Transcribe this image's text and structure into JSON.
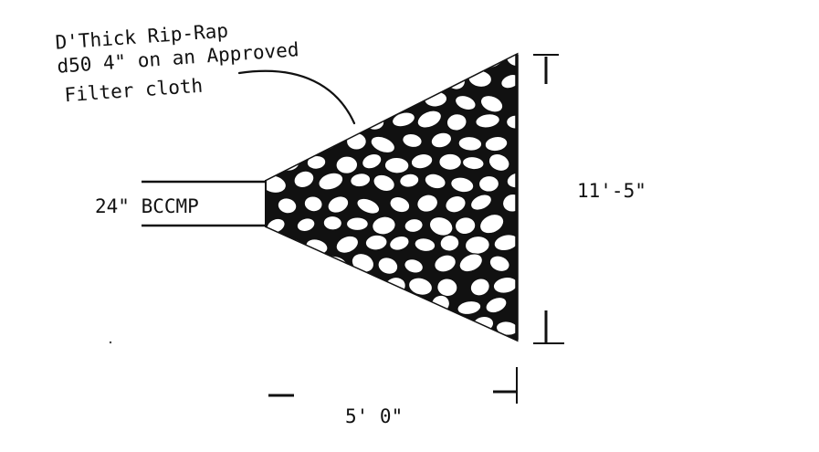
{
  "note": {
    "line1": "D'Thick Rip-Rap",
    "line2": "d50  4\" on an Approved",
    "line3": "Filter cloth"
  },
  "pipe_label": "24\" BCCMP",
  "height_label": "11'-5\"",
  "width_label": "5' 0\"",
  "colors": {
    "ink": "#111111",
    "paper": "#ffffff"
  }
}
